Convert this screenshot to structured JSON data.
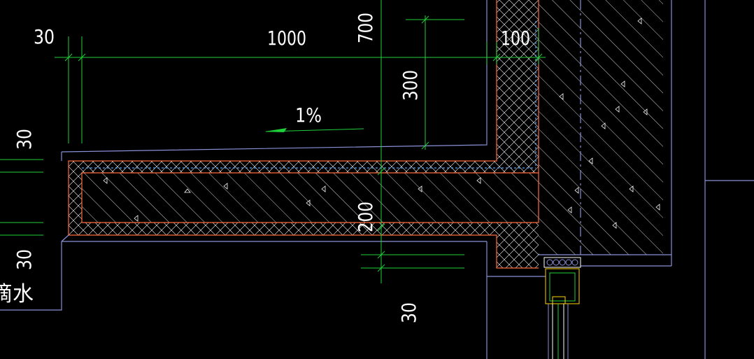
{
  "drawing": {
    "dimensions": {
      "d30_top_left": "30",
      "d1000": "1000",
      "d700": "700",
      "d100": "100",
      "d300": "300",
      "d30_left_a": "30",
      "d30_left_b": "30",
      "d200": "200",
      "d30_bottom": "30"
    },
    "slope": "1%",
    "cut_label": "滴水",
    "colors": {
      "background": "#000000",
      "dimension_line": "#1fcf3a",
      "outline": "#8a90d8",
      "hatch": "#ffffff",
      "membrane": "#ff6a3c",
      "dimension_text": "#ffffff"
    }
  }
}
